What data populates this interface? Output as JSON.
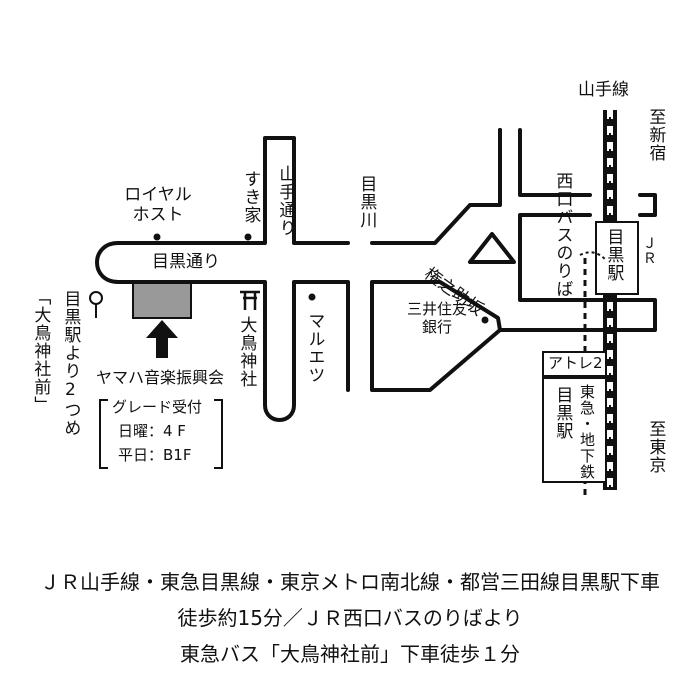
{
  "map": {
    "roads": {
      "meguro_dori": "目黒通り",
      "yamate_dori": "山手通り",
      "gonnosuke_zaka": "権之助坂",
      "meguro_river": "目黒川"
    },
    "landmarks": {
      "royal_host": "ロイヤルホスト",
      "sukiya": "すき家",
      "maruetsu": "マルエツ",
      "mitsui_sumitomo": "三井住友銀行",
      "otori_shrine": "大鳥神社",
      "yamaha": "ヤマハ音楽振興会",
      "bus_stop": "「大鳥神社前」",
      "bus_walk": "目黒駅より2つめ",
      "bus_stop_west": "西口バスのりば",
      "atre": "アトレ2",
      "jr_meguro": "目黒駅",
      "jr": "ＪＲ",
      "tokyu_meguro": "目黒駅",
      "tokyu_sub": "東急・地下鉄"
    },
    "railway": {
      "line_name": "山手線",
      "to_shinjuku": "至新宿",
      "to_tokyo": "至東京"
    },
    "reception": {
      "title": "グレード受付",
      "sunday": "日曜：4 F",
      "weekday": "平日：B1F"
    }
  },
  "directions": {
    "line1": "ＪＲ山手線・東急目黒線・東京メトロ南北線・都営三田線目黒駅下車",
    "line2": "徒歩約15分／ＪＲ西口バスのりばより",
    "line3": "東急バス「大鳥神社前」下車徒歩１分"
  }
}
